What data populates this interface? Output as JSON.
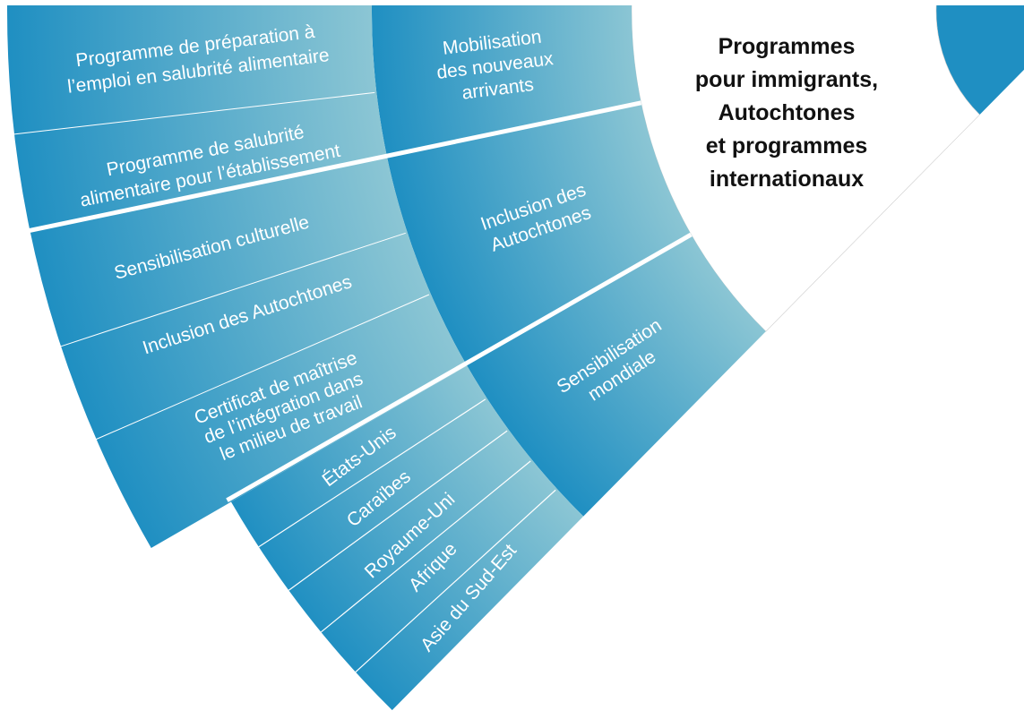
{
  "title": [
    "Programmes",
    "pour immigrants,",
    "Autochtones",
    "et programmes",
    "internationaux"
  ],
  "middle_ring": [
    [
      "Mobilisation",
      "des nouveaux",
      "arrivants"
    ],
    [
      "Inclusion des",
      "Autochtones"
    ],
    [
      "Sensibilisation",
      "mondiale"
    ]
  ],
  "outer_ring": [
    [
      "Programme de préparation à",
      "l’emploi en salubrité alimentaire"
    ],
    [
      "Programme de salubrité",
      "alimentaire pour l’établissement"
    ],
    [
      "Sensibilisation culturelle"
    ],
    [
      "Inclusion des Autochtones"
    ],
    [
      "Certificat de maîtrise",
      "de l’intégration dans",
      "le milieu de travail"
    ]
  ],
  "countries": [
    "États-Unis",
    "Caraïbes",
    "Royaume-Uni",
    "Afrique",
    "Asie du Sud-Est"
  ],
  "colors": {
    "dark_blue": "#1f8fc2",
    "light_blue": "#8cc6d4",
    "separator": "#ffffff",
    "title": "#111111"
  }
}
